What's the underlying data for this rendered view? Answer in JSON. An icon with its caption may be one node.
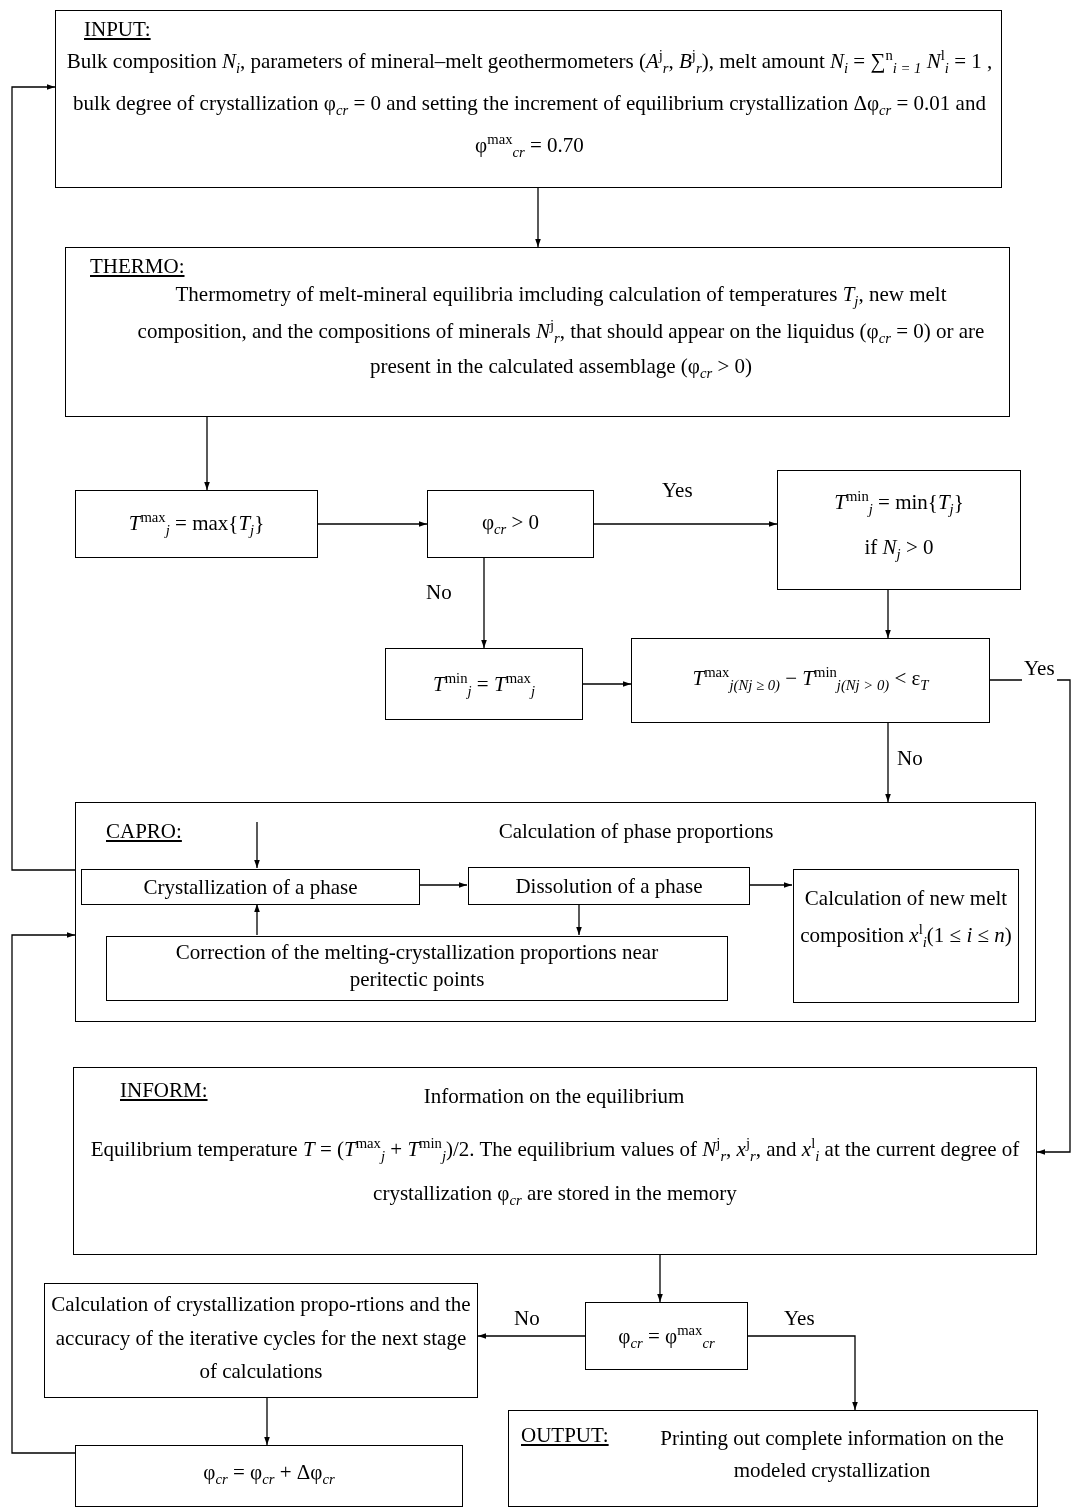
{
  "diagram": {
    "nodes": [
      {
        "text": [
          "INPUT:",
          "Bulk composition *N*$_{i}$, parameters of mineral–melt geothermometers (*A*$^{j}$$_{r}$, *B*$^{j}$$_{r}$), melt amount *N*$_{i}$ = ∑$^{n}$$_{i = 1}$ *N*$^{l}$$_{i}$ = 1 , bulk degree of crystallization φ$_{cr}$ = 0 and setting the increment of equilibrium crystallization Δφ$_{cr}$ = 0.01 and φ$^{max}$$_{cr}$ = 0.70"
        ]
      },
      {
        "text": [
          "THERMO:",
          "Thermometry of melt-mineral equilibria imcluding calculation of temperatures *T*$_{j}$, new melt composition, and the compositions of minerals *N*$^{j}$$_{r}$, that should appear on the liquidus (φ$_{cr}$ = 0) or are present in the calculated assemblage (φ$_{cr}$ > 0)"
        ]
      },
      {
        "text": [
          "*T*$^{max}$$_{j}$ = max{*T*$_{j}$}"
        ]
      },
      {
        "text": [
          "φ$_{cr}$ > 0"
        ]
      },
      {
        "text": [
          "*T*$^{min}$$_{j}$ = min{*T*$_{j}$}",
          "if *N*$_{j}$ > 0"
        ]
      },
      {
        "text": [
          "*T*$^{min}$$_{j}$ = *T*$^{max}$$_{j}$"
        ]
      },
      {
        "text": [
          "*T*$^{max}$$_{j(Nj ≥ 0)}$ − *T*$^{min}$$_{j(Nj > 0)}$ < ε$_{T}$"
        ]
      },
      {
        "text": [
          "CAPRO:",
          "Calculation of phase proportions"
        ]
      },
      {
        "text": [
          "Crystallization of a phase"
        ],
        "in": 7
      },
      {
        "text": [
          "Dissolution of a phase"
        ],
        "in": 7
      },
      {
        "text": [
          "Correction of the melting-crystallization proportions near peritectic points"
        ],
        "in": 7
      },
      {
        "text": [
          "Calculation of new melt composition *x*$^{l}$$_{i}$(1 ≤ *i* ≤ *n*)"
        ],
        "in": 7
      },
      {
        "text": [
          "INFORM:",
          "Information on the equilibrium",
          "Equilibrium temperature *T* = (*T*$^{max}$$_{j}$ + *T*$^{min}$$_{j}$)/2. The equilibrium values of *N*$^{j}$$_{r}$, *x*$^{j}$$_{r}$, and *x*$^{l}$$_{i}$ at the current degree of crystallization φ$_{cr}$ are stored in the memory"
        ]
      },
      {
        "text": [
          "φ$_{cr}$ = φ$^{max}$$_{cr}$"
        ]
      },
      {
        "text": [
          "Calculation of crystallization propo-rtions and the accuracy of the iterative cycles for the next stage of calculations"
        ]
      },
      {
        "text": [
          "φ$_{cr}$ = φ$_{cr}$ + Δφ$_{cr}$"
        ]
      },
      {
        "text": [
          "OUTPUT:",
          "Printing out complete information on the modeled crystallization"
        ]
      }
    ],
    "edges": [
      {
        "from": 0,
        "to": 1,
        "arrow": "to"
      },
      {
        "from": 1,
        "to": 2,
        "arrow": "to"
      },
      {
        "from": 2,
        "to": 3,
        "arrow": "to"
      },
      {
        "from": 3,
        "to": 4,
        "arrow": "to",
        "label": "Yes"
      },
      {
        "from": 3,
        "to": 5,
        "arrow": "to",
        "label": "No"
      },
      {
        "from": 4,
        "to": 6,
        "arrow": "to"
      },
      {
        "from": 5,
        "to": 6,
        "arrow": "to"
      },
      {
        "from": 6,
        "to": 12,
        "arrow": "to",
        "label": "Yes"
      },
      {
        "from": 6,
        "to": 7,
        "arrow": "to",
        "label": "No"
      },
      {
        "from": 7,
        "to": 0,
        "arrow": "to"
      },
      {
        "from": null,
        "to": 8,
        "arrow": "to"
      },
      {
        "from": 8,
        "to": 9,
        "arrow": "to"
      },
      {
        "from": 9,
        "to": 11,
        "arrow": "to"
      },
      {
        "from": 9,
        "to": 10,
        "arrow": "to"
      },
      {
        "from": 10,
        "to": 8,
        "arrow": "to"
      },
      {
        "from": 12,
        "to": 13,
        "arrow": "to"
      },
      {
        "from": 13,
        "to": 14,
        "arrow": "to",
        "label": "No"
      },
      {
        "from": 13,
        "to": 16,
        "arrow": "to",
        "label": "Yes"
      },
      {
        "from": 14,
        "to": 15,
        "arrow": "to"
      },
      {
        "from": 15,
        "to": 7,
        "arrow": "to"
      }
    ]
  }
}
